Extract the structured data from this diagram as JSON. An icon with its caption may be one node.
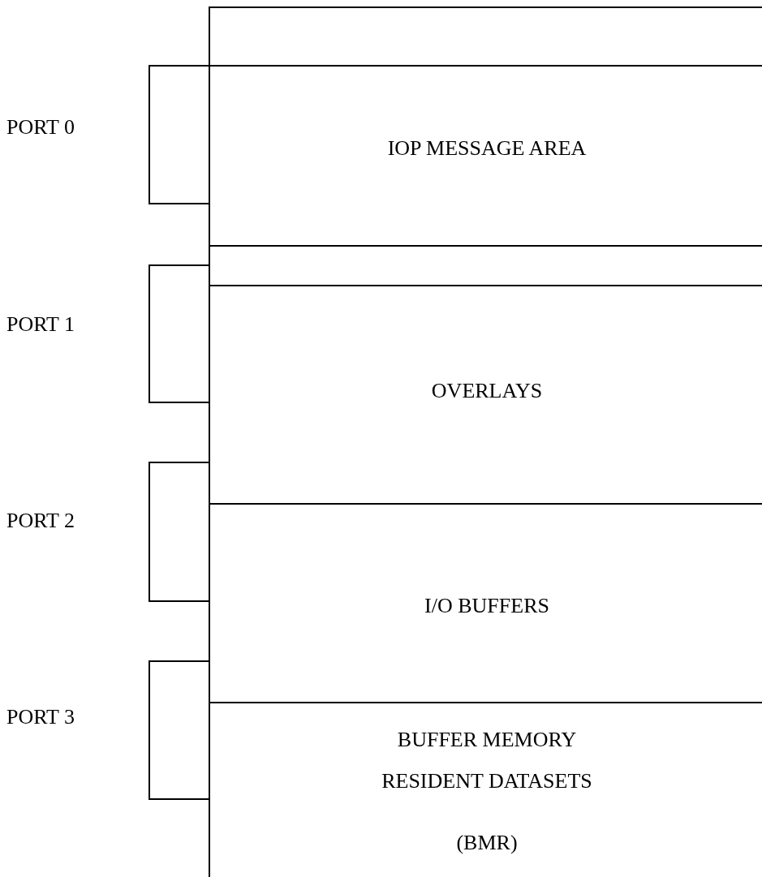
{
  "diagram": {
    "nodes": [
      {
        "text": [],
        "shape": "box"
      },
      {
        "text": [
          "IOP MESSAGE AREA"
        ]
      },
      {
        "text": [],
        "shape": "box"
      },
      {
        "text": [
          "OVERLAYS"
        ]
      },
      {
        "text": [
          "I/O BUFFERS"
        ]
      },
      {
        "text": [
          "BUFFER MEMORY RESIDENT DATASETS",
          "(BMR)"
        ]
      },
      {
        "text": [],
        "shape": "box",
        "beside": [
          "PORT 0"
        ]
      },
      {
        "text": [],
        "shape": "box",
        "beside": [
          "PORT 1"
        ]
      },
      {
        "text": [],
        "shape": "box",
        "beside": [
          "PORT 2"
        ]
      },
      {
        "text": [],
        "shape": "box",
        "beside": [
          "PORT 3"
        ]
      }
    ]
  }
}
